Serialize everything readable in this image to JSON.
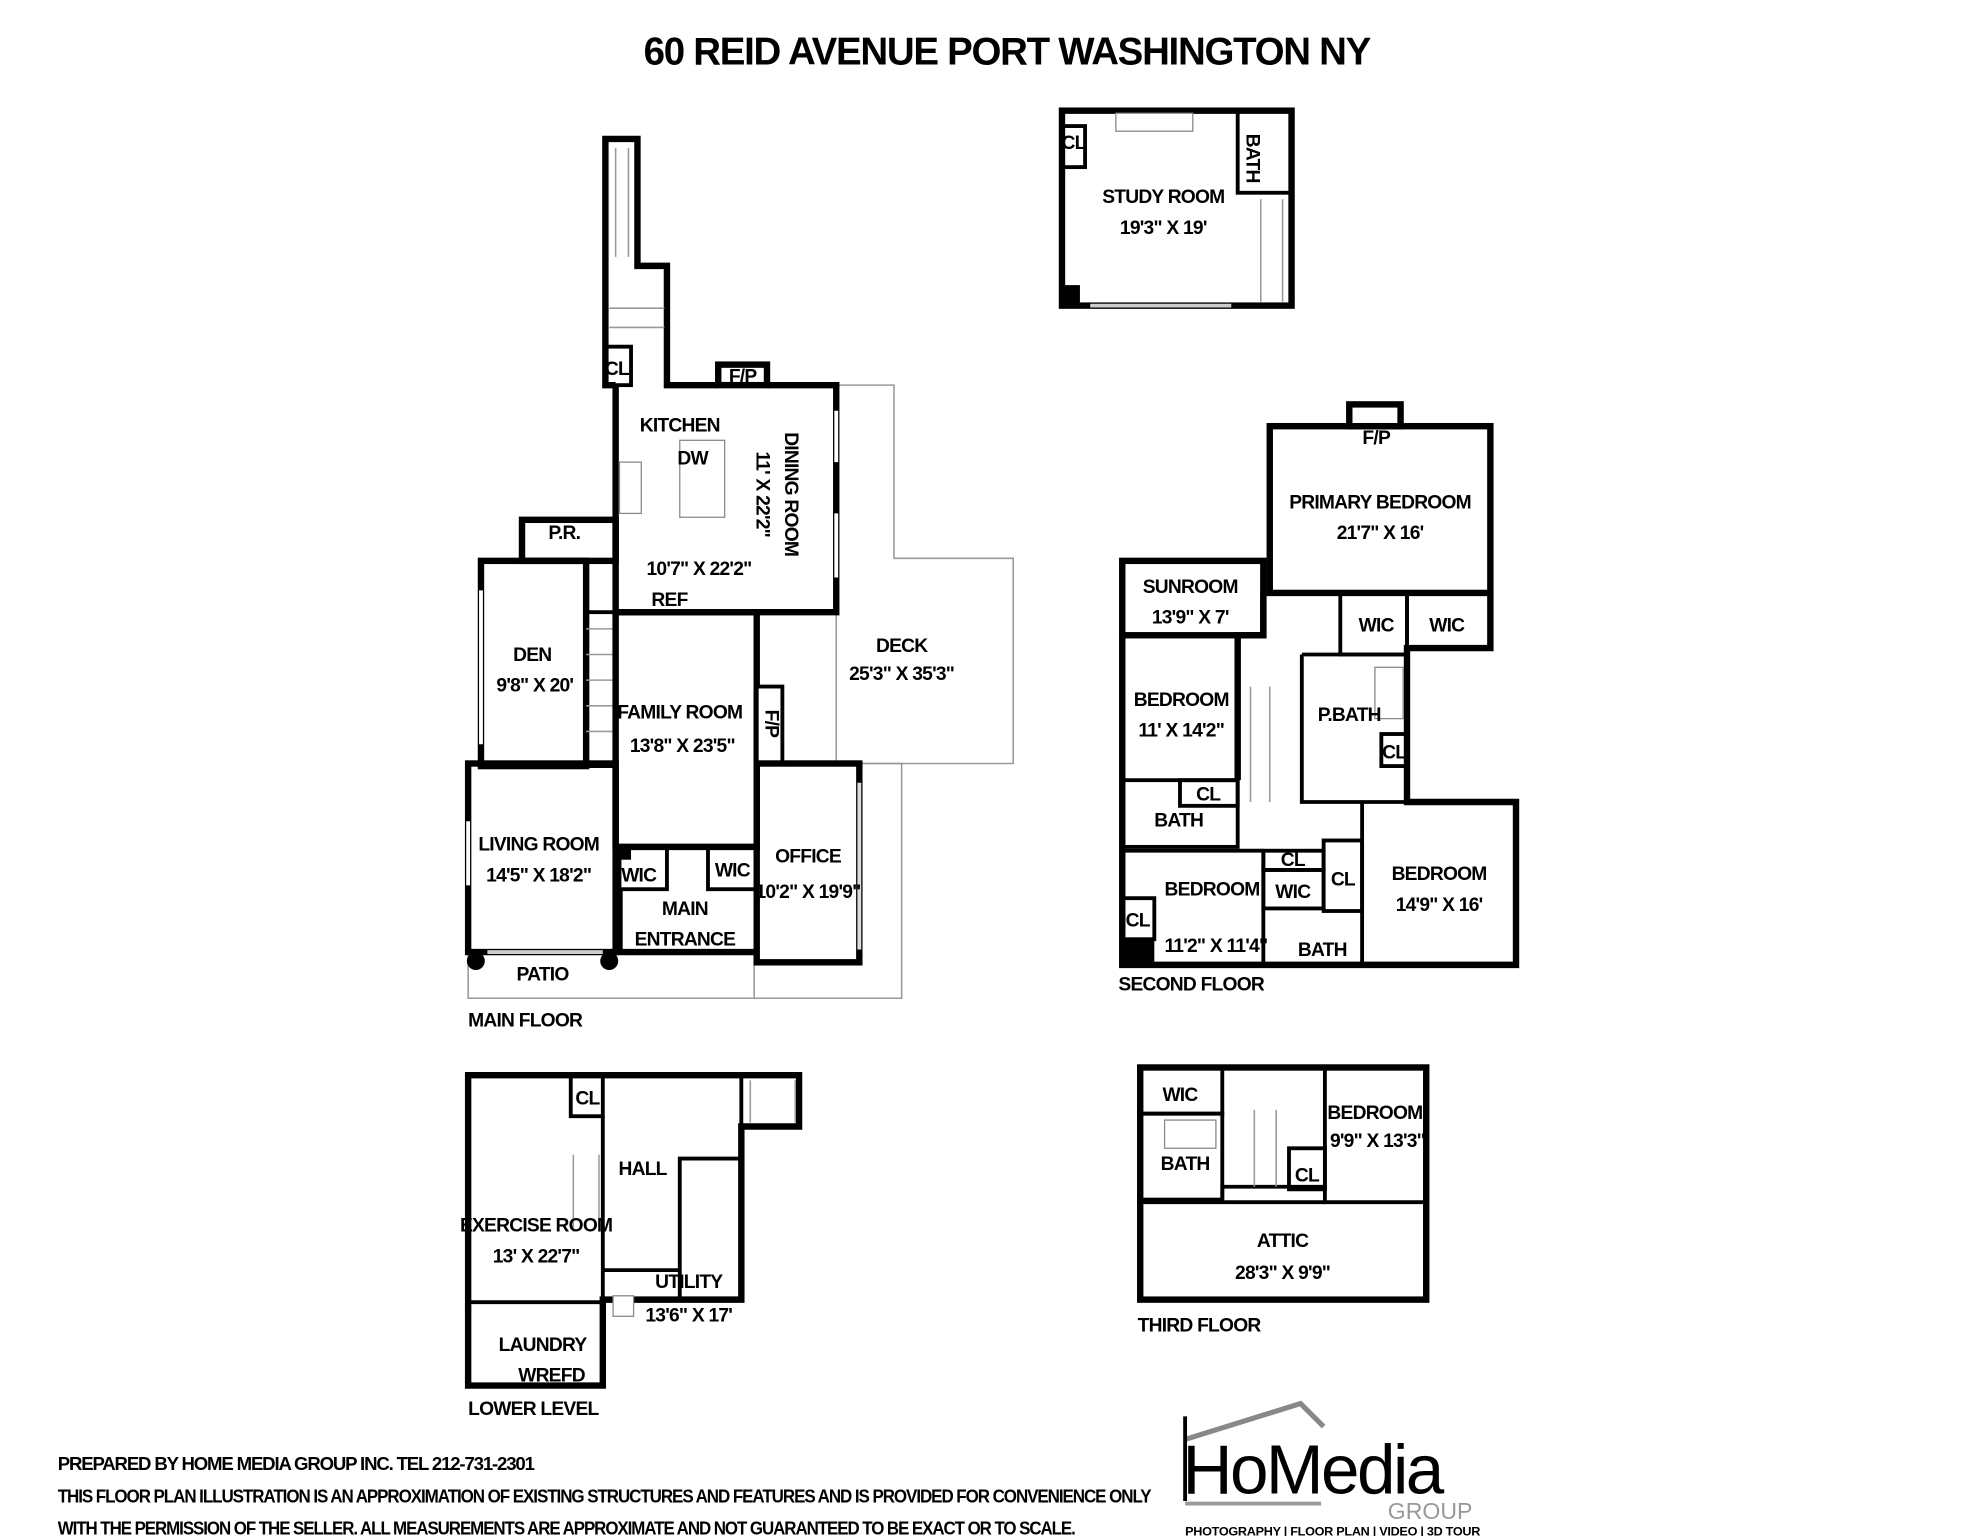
{
  "title": "60 REID AVENUE PORT WASHINGTON NY",
  "main_floor": {
    "label": "MAIN FLOOR",
    "rooms": {
      "kitchen": {
        "name": "KITCHEN",
        "dims": "10'7\" X 22'2\""
      },
      "dw": "DW",
      "ref": "REF",
      "fp1": "F/P",
      "fp2": "F/P",
      "cl": "CL",
      "pr": "P.R.",
      "dining": {
        "name": "DINING ROOM",
        "dims": "11' X 22'2\""
      },
      "deck": {
        "name": "DECK",
        "dims": "25'3\" X 35'3\""
      },
      "den": {
        "name": "DEN",
        "dims": "9'8\" X 20'"
      },
      "family": {
        "name": "FAMILY ROOM",
        "dims": "13'8\" X 23'5\""
      },
      "living": {
        "name": "LIVING ROOM",
        "dims": "14'5\" X 18'2\""
      },
      "wic1": "WIC",
      "wic2": "WIC",
      "entrance": {
        "line1": "MAIN",
        "line2": "ENTRANCE"
      },
      "office": {
        "name": "OFFICE",
        "dims": "10'2\" X 19'9\""
      },
      "patio": "PATIO"
    }
  },
  "study": {
    "cl": "CL",
    "bath": "BATH",
    "name": "STUDY ROOM",
    "dims": "19'3\" X 19'"
  },
  "second_floor": {
    "label": "SECOND FLOOR",
    "fp": "F/P",
    "primary": {
      "name": "PRIMARY BEDROOM",
      "dims": "21'7\" X 16'"
    },
    "sunroom": {
      "name": "SUNROOM",
      "dims": "13'9\" X 7'"
    },
    "wic1": "WIC",
    "wic2": "WIC",
    "bedroom1": {
      "name": "BEDROOM",
      "dims": "11' X 14'2\""
    },
    "pbath": "P.BATH",
    "cl1": "CL",
    "cl2": "CL",
    "bath1": "BATH",
    "cl3": "CL",
    "wic3": "WIC",
    "cl4": "CL",
    "cl5": "CL",
    "bedroom2": {
      "name": "BEDROOM",
      "dims": "11'2\" X 11'4\""
    },
    "bath2": "BATH",
    "bedroom3": {
      "name": "BEDROOM",
      "dims": "14'9\" X 16'"
    }
  },
  "lower_level": {
    "label": "LOWER LEVEL",
    "cl": "CL",
    "hall": "HALL",
    "exercise": {
      "name": "EXERCISE ROOM",
      "dims": "13' X 22'7\""
    },
    "utility": {
      "name": "UTILITY",
      "dims": "13'6\" X 17'"
    },
    "laundry": "LAUNDRY",
    "wrefd": "WREFD"
  },
  "third_floor": {
    "label": "THIRD FLOOR",
    "wic": "WIC",
    "bath": "BATH",
    "cl": "CL",
    "bedroom": {
      "name": "BEDROOM",
      "dims": "9'9\" X 13'3\""
    },
    "attic": {
      "name": "ATTIC",
      "dims": "28'3\" X 9'9\""
    }
  },
  "footer": {
    "line1": "PREPARED BY  HOME MEDIA GROUP INC.  TEL 212-731-2301",
    "line2": "THIS FLOOR PLAN ILLUSTRATION IS AN APPROXIMATION OF EXISTING STRUCTURES AND FEATURES AND IS PROVIDED FOR CONVENIENCE ONLY",
    "line3": "WITH THE PERMISSION OF THE SELLER. ALL MEASUREMENTS ARE APPROXIMATE AND NOT GUARANTEED TO BE EXACT OR TO SCALE."
  },
  "logo": {
    "wordmark": "HoMedia",
    "sub": "GROUP",
    "tagline": "PHOTOGRAPHY | FLOOR PLAN | VIDEO | 3D TOUR"
  }
}
